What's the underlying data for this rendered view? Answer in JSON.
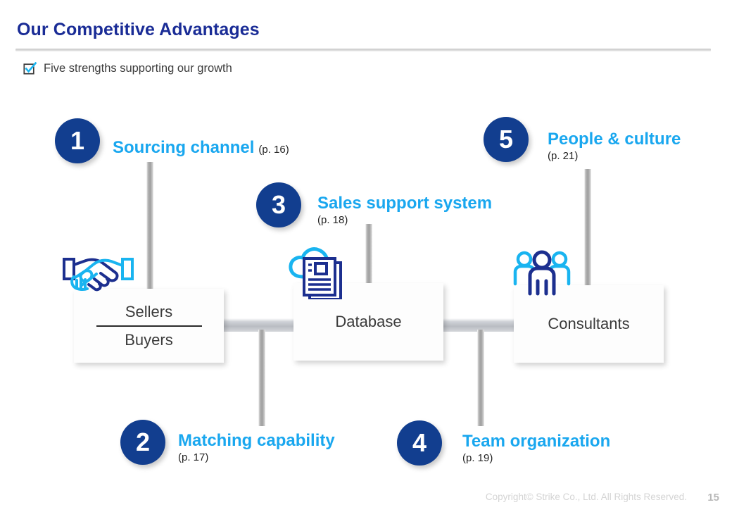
{
  "slide": {
    "title": "Our Competitive Advantages",
    "subtitle": "Five strengths supporting our growth",
    "checkbox_icon": "checkbox-checked-icon",
    "page_number": "15",
    "copyright": "Copyright© Strike Co., Ltd. All Rights Reserved."
  },
  "colors": {
    "title_blue": "#1a2c96",
    "accent_cyan": "#19a7ef",
    "badge_navy": "#123e8f",
    "icon_navy": "#1c2f8f",
    "text_dark": "#3a3a3a",
    "connector_gray": "#b9bcc2",
    "footer_gray": "#d4d4d4"
  },
  "items": [
    {
      "number": "1",
      "title": "Sourcing channel",
      "page": "(p. 16)",
      "page_position": "inline"
    },
    {
      "number": "2",
      "title": "Matching capability",
      "page": "(p. 17)",
      "page_position": "below"
    },
    {
      "number": "3",
      "title": "Sales support system",
      "page": "(p. 18)",
      "page_position": "below"
    },
    {
      "number": "4",
      "title": "Team organization",
      "page": "(p. 19)",
      "page_position": "below"
    },
    {
      "number": "5",
      "title": "People & culture",
      "page": "(p. 21)",
      "page_position": "below"
    }
  ],
  "entities": [
    {
      "id": "sellers-buyers",
      "line1": "Sellers",
      "line2": "Buyers",
      "has_divider": true,
      "icon": "handshake-icon"
    },
    {
      "id": "database",
      "line1": "Database",
      "line2": "",
      "has_divider": false,
      "icon": "cloud-documents-icon"
    },
    {
      "id": "consultants",
      "line1": "Consultants",
      "line2": "",
      "has_divider": false,
      "icon": "three-people-icon"
    }
  ]
}
